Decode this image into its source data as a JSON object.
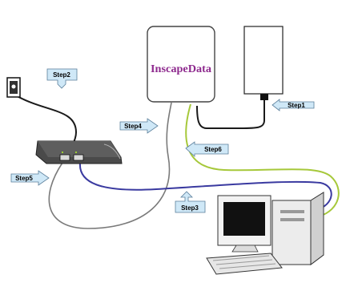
{
  "diagram": {
    "brand_name": "InscapeData",
    "colors": {
      "callout_fill": "#cfe8f7",
      "callout_stroke": "#5b7f9b",
      "brand": "#8e2a8e",
      "cable_black": "#1a1a1a",
      "cable_gray": "#7a7a7a",
      "cable_green": "#a6c83a",
      "cable_blue": "#3a3aa0"
    },
    "steps": {
      "step1": "Step1",
      "step2": "Step2",
      "step3": "Step3",
      "step4": "Step4",
      "step5": "Step5",
      "step6": "Step6"
    },
    "components": [
      {
        "name": "wall-outlet",
        "icon": "power-outlet-icon"
      },
      {
        "name": "router",
        "icon": "router-icon"
      },
      {
        "name": "access-point",
        "icon": "access-point-icon"
      },
      {
        "name": "power-adapter",
        "icon": "power-adapter-icon"
      },
      {
        "name": "computer",
        "icon": "desktop-computer-icon"
      }
    ]
  }
}
